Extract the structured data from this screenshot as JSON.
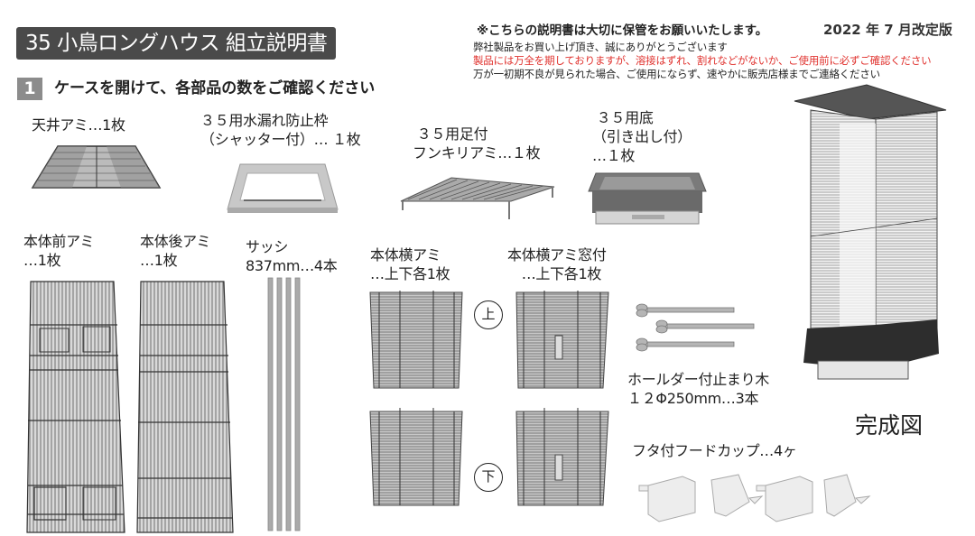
{
  "header": {
    "title": "35 小鳥ロングハウス 組立説明書",
    "step_number": "1",
    "step_text": "ケースを開けて、各部品の数をご確認ください"
  },
  "notice": {
    "heading": "※こちらの説明書は大切に保管をお願いいたします。",
    "edition": "2022 年 7 月改定版",
    "line1": "弊社製品をお買い上げ頂き、誠にありがとうございます",
    "line2_red": "製品には万全を期しておりますが、溶接はずれ、割れなどがないか、ご使用前に必ずご確認ください",
    "line3": "万が一初期不良が見られた場合、ご使用にならず、速やかに販売店様までご連絡ください",
    "red_color": "#e0322e"
  },
  "parts": {
    "roof_mesh": {
      "label": "天井アミ…1枚",
      "icon": "roof-mesh"
    },
    "water_frame": {
      "label": "３５用水漏れ防止枠\n（シャッター付）… １枚",
      "icon": "water-leak-frame"
    },
    "floor_grid": {
      "label": " ３５用足付\nフンキリアミ…１枚",
      "icon": "floor-grid"
    },
    "base": {
      "label": " ３５用底\n（引き出し付）\n…１枚",
      "icon": "base-tray"
    },
    "front_mesh": {
      "label": "本体前アミ\n…1枚",
      "icon": "front-mesh"
    },
    "back_mesh": {
      "label": "本体後アミ\n…1枚",
      "icon": "back-mesh"
    },
    "sash": {
      "label": "サッシ\n837mm…4本",
      "icon": "sash-rods"
    },
    "side_mesh": {
      "label": "本体横アミ\n…上下各1枚",
      "icon": "side-mesh"
    },
    "side_mesh_window": {
      "label": "本体横アミ窓付\n　…上下各1枚",
      "icon": "side-mesh-window"
    },
    "perch": {
      "label": "ホールダー付止まり木\n１２Φ250mm…3本",
      "icon": "perch"
    },
    "food_cup": {
      "label": "フタ付フードカップ…4ヶ",
      "icon": "food-cup"
    }
  },
  "markers": {
    "upper": "上",
    "lower": "下"
  },
  "completed": {
    "label": "完成図",
    "icon": "completed-cage"
  }
}
